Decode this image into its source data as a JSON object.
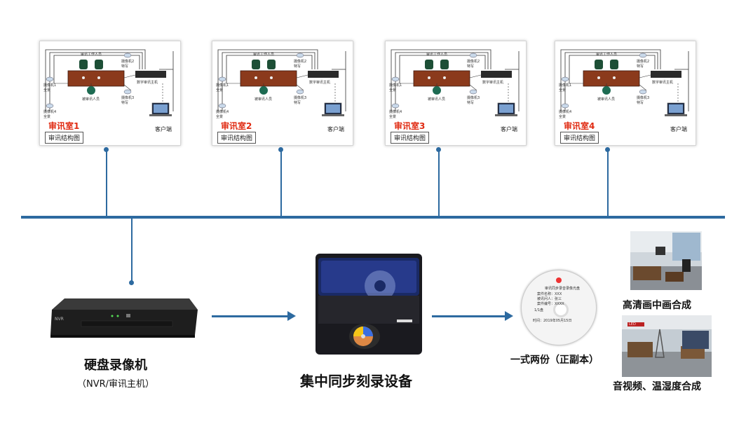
{
  "rooms": [
    {
      "name": "审讯室1",
      "structure": "审讯结构图",
      "client": "客户端",
      "staff_top": "审讯工作人员",
      "host": "数字审讯主机",
      "suspect": "被审讯人员",
      "cam1": "摄像机1\n全景",
      "cam2": "摄像机2\n特写",
      "cam3": "摄像机3\n特写",
      "cam4": "摄像机4\n全景"
    },
    {
      "name": "审讯室2",
      "structure": "审讯结构图",
      "client": "客户端",
      "staff_top": "审讯工作人员",
      "host": "数字审讯主机",
      "suspect": "被审讯人员",
      "cam1": "摄像机1\n全景",
      "cam2": "摄像机2\n特写",
      "cam3": "摄像机3\n特写",
      "cam4": "摄像机4\n全景"
    },
    {
      "name": "审讯室3",
      "structure": "审讯结构图",
      "client": "客户端",
      "staff_top": "审讯工作人员",
      "host": "数字审讯主机",
      "suspect": "被审讯人员",
      "cam1": "摄像机1\n全景",
      "cam2": "摄像机2\n特写",
      "cam3": "摄像机3\n特写",
      "cam4": "摄像机4\n全景"
    },
    {
      "name": "审讯室4",
      "structure": "审讯结构图",
      "client": "客户端",
      "staff_top": "审讯工作人员",
      "host": "数字审讯主机",
      "suspect": "被审讯人员",
      "cam1": "摄像机1\n全景",
      "cam2": "摄像机2\n特写",
      "cam3": "摄像机3\n特写",
      "cam4": "摄像机4\n全景"
    }
  ],
  "nvr": {
    "title": "硬盘录像机",
    "subtitle": "（NVR/审讯主机）",
    "brand": "NVR"
  },
  "burner": {
    "title": "集中同步刻录设备"
  },
  "disc": {
    "caption": "一式两份（正副本）",
    "lines": [
      "审讯同步录音录像光盘",
      "案件名称：XXX",
      "被讯问人：张三",
      "案件编号：XXXX",
      "1/1盘",
      "时间：2019年05月15日"
    ]
  },
  "outputs": {
    "pip": "高清画中画合成",
    "av": "音视频、温湿度合成",
    "pip_sign": "LED"
  },
  "colors": {
    "line": "#2d6aa0",
    "room_label": "#e02b12",
    "table": "#8b3a1c"
  }
}
